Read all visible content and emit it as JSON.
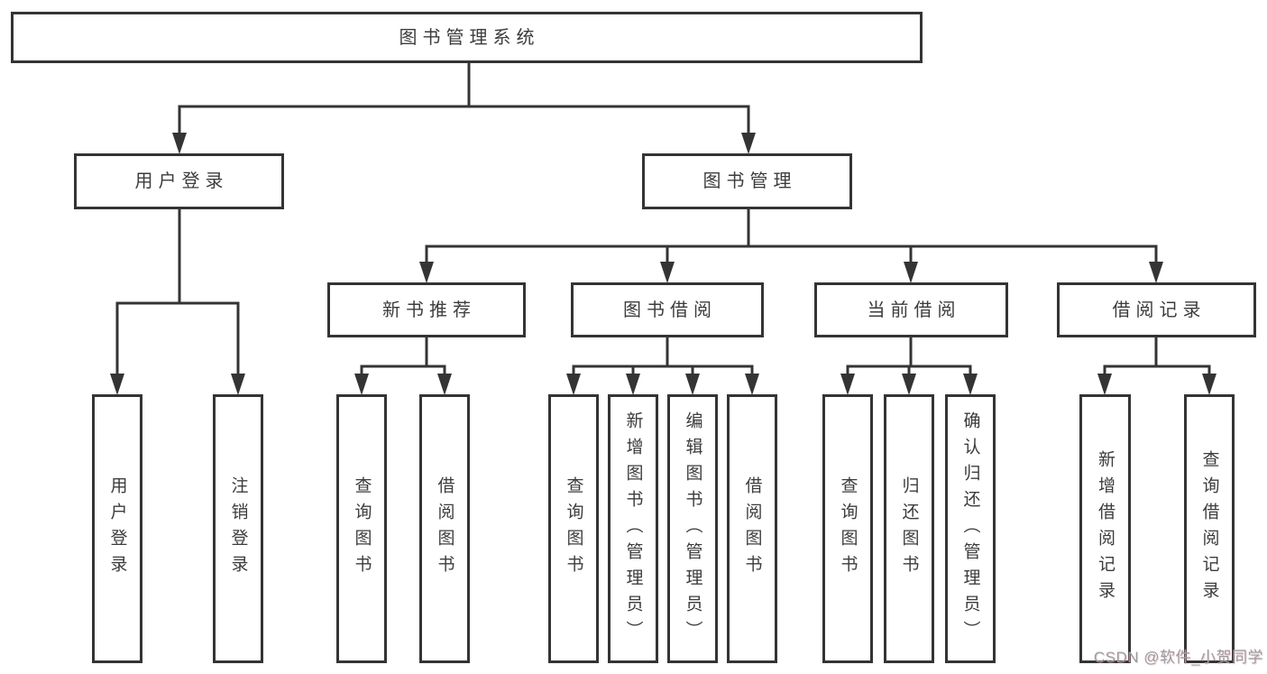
{
  "diagram": {
    "type": "tree-diagram",
    "root": {
      "label": "图书管理系统"
    },
    "level2": [
      {
        "label": "用户登录",
        "parent": "图书管理系统"
      },
      {
        "label": "图书管理",
        "parent": "图书管理系统"
      }
    ],
    "level3": [
      {
        "label": "新书推荐",
        "parent": "图书管理"
      },
      {
        "label": "图书借阅",
        "parent": "图书管理"
      },
      {
        "label": "当前借阅",
        "parent": "图书管理"
      },
      {
        "label": "借阅记录",
        "parent": "图书管理"
      }
    ],
    "leaves": [
      {
        "label": "用户登录",
        "parent": "用户登录"
      },
      {
        "label": "注销登录",
        "parent": "用户登录"
      },
      {
        "label": "查询图书",
        "parent": "新书推荐"
      },
      {
        "label": "借阅图书",
        "parent": "新书推荐"
      },
      {
        "label": "查询图书",
        "parent": "图书借阅"
      },
      {
        "label": "新增图书（管理员）",
        "parent": "图书借阅"
      },
      {
        "label": "编辑图书（管理员）",
        "parent": "图书借阅"
      },
      {
        "label": "借阅图书",
        "parent": "图书借阅"
      },
      {
        "label": "查询图书",
        "parent": "当前借阅"
      },
      {
        "label": "归还图书",
        "parent": "当前借阅"
      },
      {
        "label": "确认归还（管理员）",
        "parent": "当前借阅"
      },
      {
        "label": "新增借阅记录",
        "parent": "借阅记录"
      },
      {
        "label": "查询借阅记录",
        "parent": "借阅记录"
      }
    ]
  },
  "colors": {
    "line": "#343434",
    "text": "#3c3c3c",
    "background": "#ffffff",
    "watermark": "#9b9ba3"
  },
  "watermark": {
    "text": "CSDN @软件_小贺同学"
  }
}
